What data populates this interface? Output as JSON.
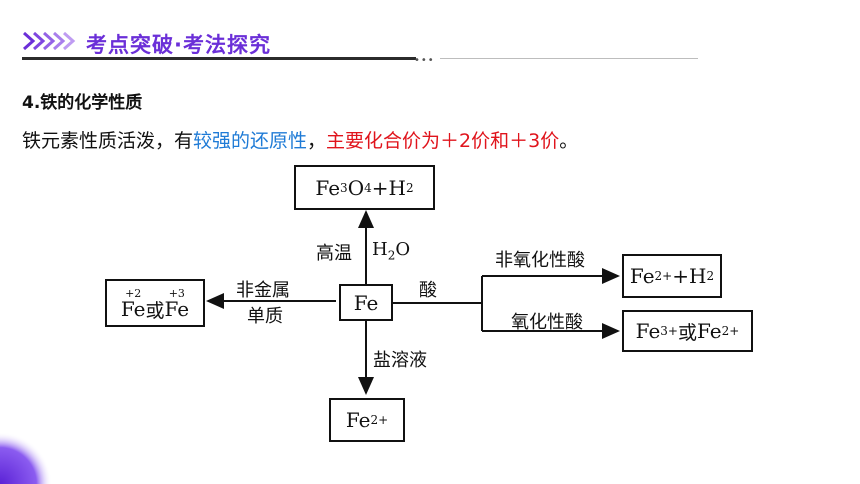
{
  "header": {
    "title": "考点突破·考法探究",
    "dots": "•••"
  },
  "heading": "4.铁的化学性质",
  "intro": {
    "part1": "铁元素性质活泼，有",
    "highlight_blue": "较强的还原性",
    "part2": "，",
    "highlight_red": "主要化合价为＋2价和＋3价",
    "end": "。"
  },
  "diagram": {
    "center": "Fe",
    "top_box": {
      "p1": "Fe",
      "s1": "3",
      "p2": "O",
      "s2": "4",
      "p3": "+H",
      "s3": "2"
    },
    "top_label_left": "高温",
    "top_label_right": {
      "p1": "H",
      "s1": "2",
      "p2": "O"
    },
    "left_box": {
      "fe1": "Fe",
      "ox1": "+2",
      "mid": "或",
      "fe2": "Fe",
      "ox2": "+3"
    },
    "left_label_line1": "非金属",
    "left_label_line2": "单质",
    "bottom_label": "盐溶液",
    "bottom_box": {
      "p1": "Fe",
      "sup1": "2+"
    },
    "acid_label": "酸",
    "upper_branch_label": "非氧化性酸",
    "upper_box": {
      "p1": "Fe",
      "sup1": "2+",
      "p2": "+H",
      "s2": "2"
    },
    "lower_branch_label": "氧化性酸",
    "lower_box": {
      "p1": "Fe",
      "sup1": "3+",
      "mid": "或",
      "p2": "Fe",
      "sup2": "2+"
    }
  },
  "colors": {
    "accent_purple": "#6b2fd8",
    "blue": "#1f7bd6",
    "red": "#e0141c"
  }
}
